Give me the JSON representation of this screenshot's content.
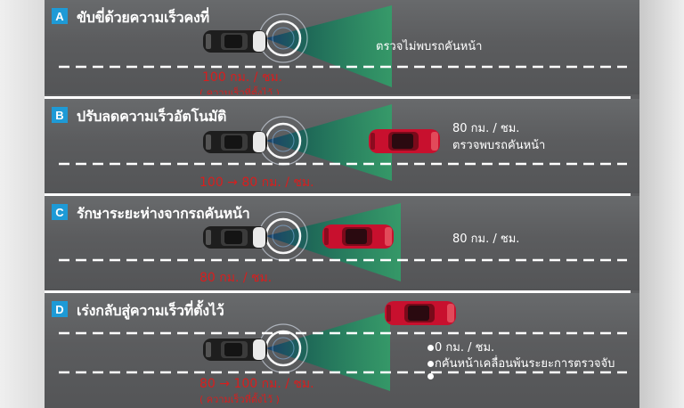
{
  "panels": [
    {
      "label": "A",
      "title": "ขับขี่ด้วยความเร็วคงที่",
      "speed": "100 กม. / ชม.",
      "speed_note": "( ความเร็วที่ตั้งไว้ )",
      "status": [
        "ตรวจไม่พบรถคันหน้า"
      ]
    },
    {
      "label": "B",
      "title": "ปรับลดความเร็วอัตโนมัติ",
      "speed": "100 → 80 กม. / ชม.",
      "status": [
        "80 กม. / ชม.",
        "ตรวจพบรถคันหน้า"
      ]
    },
    {
      "label": "C",
      "title": "รักษาระยะห่างจากรถคันหน้า",
      "speed": "80 กม. / ชม.",
      "status": [
        "80 กม. / ชม."
      ]
    },
    {
      "label": "D",
      "title": "เร่งกลับสู่ความเร็วที่ตั้งไว้",
      "speed": "80 → 100 กม. / ชม.",
      "speed_note": "( ความเร็วที่ตั้งไว้ )",
      "status": [
        "0 กม. / ชม.",
        "กคันหน้าเคลื่อนพ้นระยะการตรวจจับ"
      ]
    }
  ],
  "colors": {
    "badge": "#1e9ad6",
    "speed_text": "#d81e1e",
    "radar_beam": "#2fa36a",
    "road": "#5d5e60",
    "lead_car": "#c8102e",
    "own_car": "#1e1e1e"
  },
  "icons": {
    "own_car": "dark-car-top-view-icon",
    "lead_car": "red-car-top-view-icon",
    "radar": "radar-wave-icon"
  }
}
